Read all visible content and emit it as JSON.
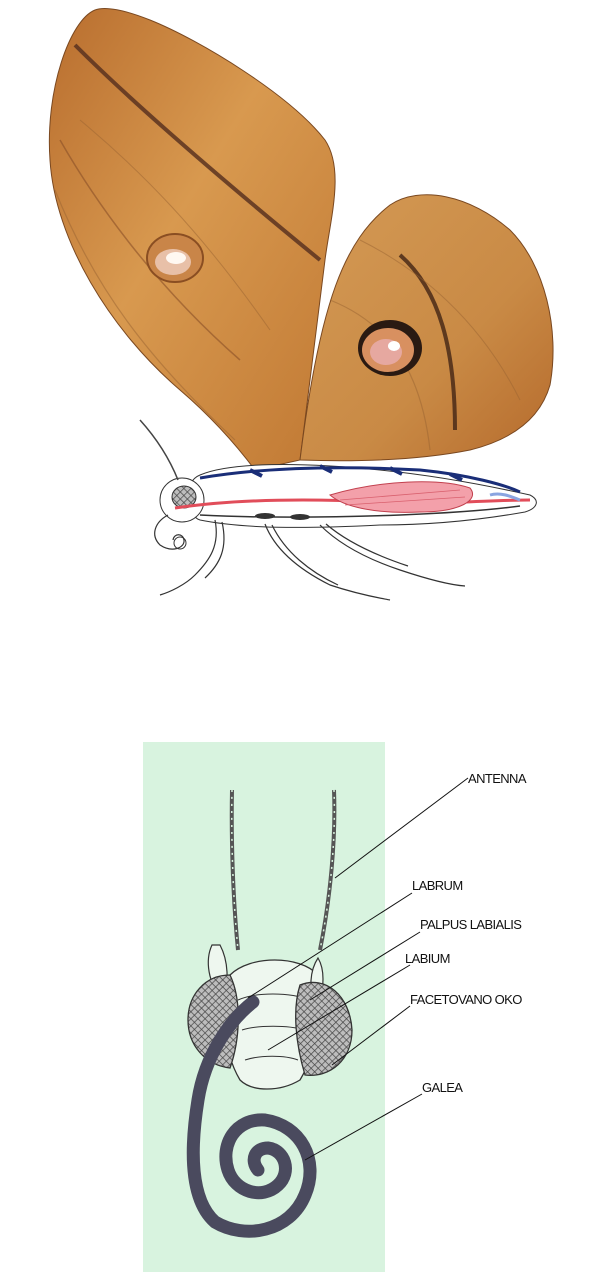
{
  "colors": {
    "wing_dark": "#b0682a",
    "wing_light": "#d99a55",
    "panel_green": "#d8f3df",
    "proboscis": "#4a4a5e",
    "eye_hatch": "#555555",
    "vessel_blue": "#1a2e78",
    "muscle_red": "#e14d5a",
    "muscle_pink": "#f3a0aa"
  },
  "upper_figure": {
    "subject": "moth-side-anatomy"
  },
  "lower_figure": {
    "subject": "moth-head-front",
    "labels": {
      "antenna": "ANTENNA",
      "labrum": "LABRUM",
      "palpus": "PALPUS LABIALIS",
      "labium": "LABIUM",
      "eye": "FACETOVANO OKO",
      "galea": "GALEA"
    }
  }
}
